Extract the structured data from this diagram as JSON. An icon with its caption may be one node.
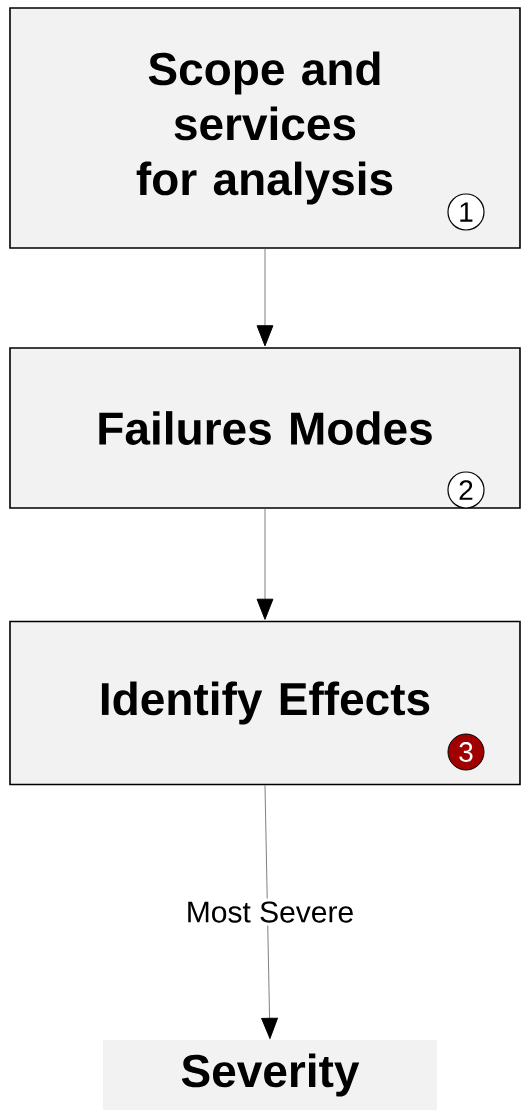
{
  "diagram": {
    "nodes": [
      {
        "text": [
          "Scope and services for analysis",
          "1"
        ]
      },
      {
        "text": [
          "Failures Modes",
          "2"
        ]
      },
      {
        "text": [
          "Identify Effects",
          "3"
        ]
      },
      {
        "text": [
          "Severity"
        ]
      }
    ],
    "edges": [
      {
        "from": 0,
        "to": 1,
        "arrow": "to"
      },
      {
        "from": 1,
        "to": 2,
        "arrow": "to"
      },
      {
        "from": 2,
        "to": 3,
        "arrow": "to",
        "label": "Most Severe"
      }
    ]
  }
}
